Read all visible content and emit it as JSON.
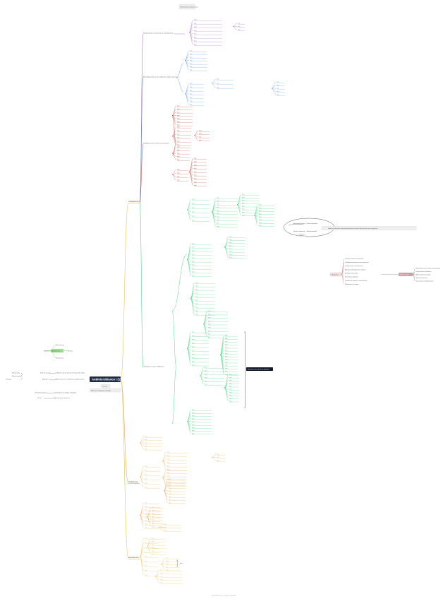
{
  "root": {
    "title": "Antimicrobianos I (1)",
    "subtitle": "Cerveza",
    "note": "Material de apoyo para el estudio"
  },
  "top_note": "Antimicrobianos de amplio espectro",
  "left_cluster": {
    "center": "Antibioticos",
    "items": [
      "Definiciones",
      "Mecanismos",
      "Resistencia",
      "Efectos"
    ],
    "notes": [
      "Bactericida",
      "Bacteriostatico",
      "Sinergia"
    ],
    "mid_left": [
      "Sitio de accion",
      "Espectro"
    ],
    "mid_right": [
      "Inhibicion de la sintesis de la pared celular",
      "Alteracion de la membrana citoplasmatica"
    ],
    "lower_left": [
      "Farmacocinetica",
      "Dosis"
    ],
    "lower_right": [
      "Distribucion en tejidos y liquidos",
      "Ajuste en insuficiencia"
    ]
  },
  "branches": [
    {
      "label": "Clasificacion",
      "color": "#e8c24a"
    },
    {
      "label": "Problemas",
      "color": "#e9a64a"
    },
    {
      "label": "Resistencia",
      "color": "#e8c24a"
    }
  ],
  "sub_branches": [
    {
      "label": "Betalactamicos: penicilinas y cefalosporinas",
      "color": "#9b59b6"
    },
    {
      "label": "Aminoglucosidos y macrolidos de amplio espectro",
      "color": "#4a90e2"
    },
    {
      "label": "Inhibidores de la sintesis de proteinas",
      "color": "#c0392b"
    },
    {
      "label": "Quinolonas y otros antibioticos",
      "color": "#2ecc71"
    }
  ],
  "callouts": {
    "top_right": "Inhibicion de la sintesis de proteinas bacterianas a nivel del ribosoma y de otros componentes",
    "top_right_small": [
      "Aminoglucosidos - Gram negativos",
      "Efectos adversos - Nefrotoxicidad"
    ],
    "top_right_tag": "Adverso",
    "dark_box": "Mecanismos de accion de las quinolonas",
    "summary_left": "Resumen",
    "summary_right": "Puntos clave",
    "summary_items": [
      "Penicilinas naturales y semisinteticas",
      "Cefalosporinas de primera a cuarta generacion",
      "Carbapenemicos y monobactamicos",
      "Aminoglucosidos: gentamicina, amikacina",
      "Macrolidos y lincosamidas",
      "Tetraciclinas y glicilciclinas",
      "Quinolonas de segunda a cuarta generacion",
      "Sulfonamidas y trimetoprim"
    ],
    "summary_right_items": [
      "Mecanismo de accion y espectro antimicrobiano",
      "Farmacocinetica y distribucion",
      "Efectos adversos principales",
      "Resistencia bacteriana",
      "Usos clinicos y contraindicaciones"
    ]
  },
  "leaf_text": "texto",
  "footer": "Powered by mapa mental"
}
